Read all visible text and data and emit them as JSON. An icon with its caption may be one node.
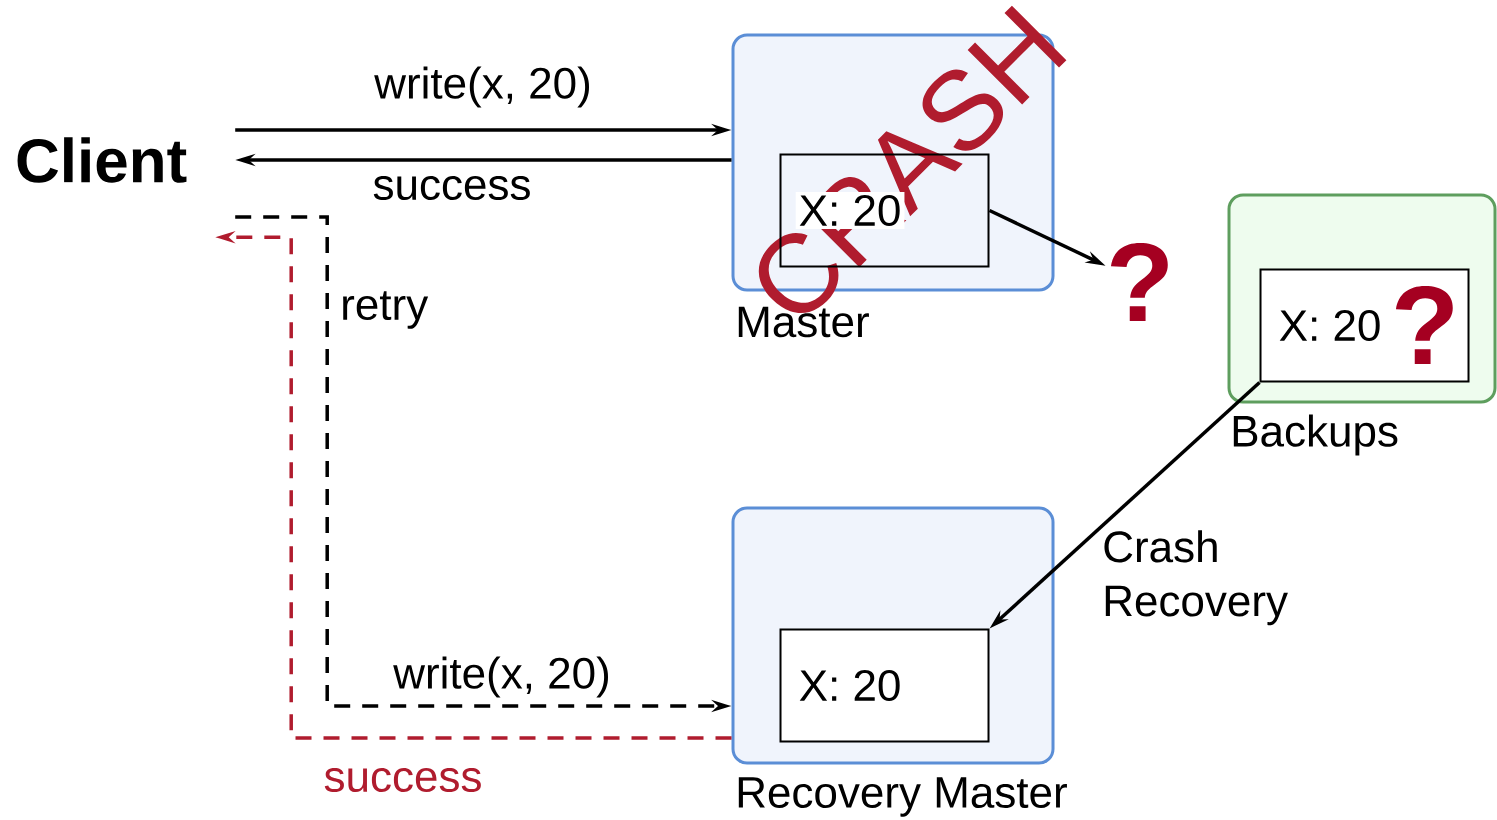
{
  "diagram": {
    "nodes": [
      {
        "text": [
          "Client"
        ]
      },
      {
        "text": [
          "Master"
        ]
      },
      {
        "text": [
          "X: 20"
        ],
        "in": 1
      },
      {
        "text": [
          "?"
        ]
      },
      {
        "text": [
          "Backups"
        ]
      },
      {
        "text": [
          "X: 20",
          "?"
        ],
        "in": 4
      },
      {
        "text": [
          "Recovery Master"
        ]
      },
      {
        "text": [
          "X: 20"
        ],
        "in": 6
      }
    ],
    "edges": [
      {
        "from": 0,
        "to": 1,
        "arrow": "to",
        "label": "write(x, 20)"
      },
      {
        "from": 1,
        "to": 0,
        "arrow": "to",
        "label": "success"
      },
      {
        "from": 2,
        "to": 3,
        "arrow": "to"
      },
      {
        "from": 5,
        "to": 7,
        "arrow": "to",
        "label": "Crash Recovery"
      },
      {
        "from": 0,
        "to": 6,
        "arrow": "to",
        "label": "write(x, 20)",
        "style": "dashed"
      },
      {
        "from": 6,
        "to": 0,
        "arrow": "to",
        "label": "success",
        "style": "dashed",
        "color": "#b01c2e"
      }
    ],
    "labels": [
      "CRASH",
      "retry"
    ]
  }
}
